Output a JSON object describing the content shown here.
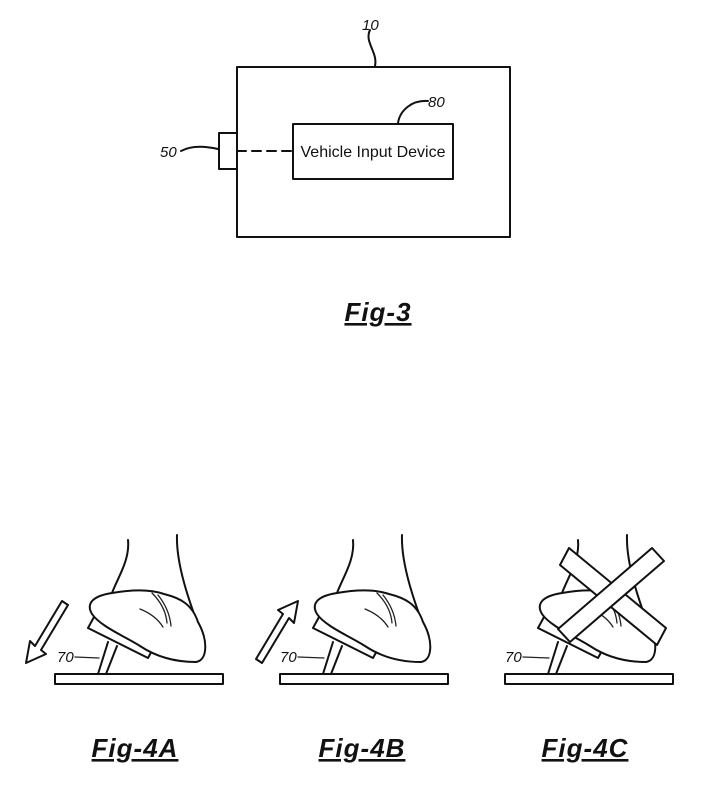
{
  "fig3": {
    "caption": "Fig-3",
    "system_ref": "10",
    "connector_ref": "50",
    "device_ref": "80",
    "device_label": "Vehicle Input Device"
  },
  "fig4a": {
    "caption": "Fig-4A",
    "pedal_ref": "70",
    "arrow_direction": "down"
  },
  "fig4b": {
    "caption": "Fig-4B",
    "pedal_ref": "70",
    "arrow_direction": "up"
  },
  "fig4c": {
    "caption": "Fig-4C",
    "pedal_ref": "70",
    "crossed_out": true
  }
}
